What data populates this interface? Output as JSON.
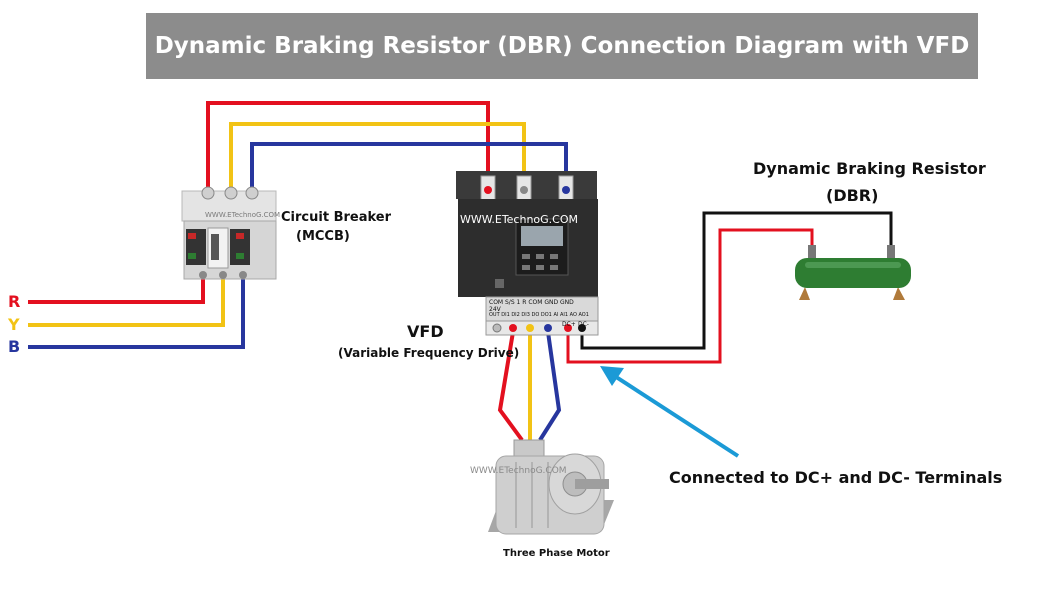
{
  "title": "Dynamic Braking Resistor (DBR) Connection Diagram with VFD",
  "phases": {
    "r": {
      "label": "R",
      "color": "#e3101f"
    },
    "y": {
      "label": "Y",
      "color": "#f2c315"
    },
    "b": {
      "label": "B",
      "color": "#27369e"
    }
  },
  "breaker": {
    "label": "Circuit Breaker",
    "sub": "(MCCB)",
    "watermark": "WWW.ETechnoG.COM"
  },
  "vfd": {
    "label": "VFD",
    "sub": "(Variable Frequency Drive)",
    "watermark": "WWW.ETechnoG.COM",
    "terminal_row1": "COM  S/S  1  R COM  GND  GND",
    "terminal_row2": "OUT  DI1 DI2 DI3 DO DO1 AI AI1 AO AO1",
    "dc_plus": "DC+",
    "dc_minus": "DC-",
    "terminal_24v": "24V"
  },
  "dbr": {
    "label": "Dynamic Braking Resistor",
    "sub": "(DBR)"
  },
  "motor": {
    "label": "Three Phase Motor",
    "watermark": "WWW.ETechnoG.COM"
  },
  "annotation": {
    "text": "Connected to DC+ and DC- Terminals",
    "arrow_color": "#1b9ad6"
  },
  "colors": {
    "wire_black": "#111111",
    "resistor_green": "#2e7d32",
    "vfd_body": "#2d2d2d"
  }
}
